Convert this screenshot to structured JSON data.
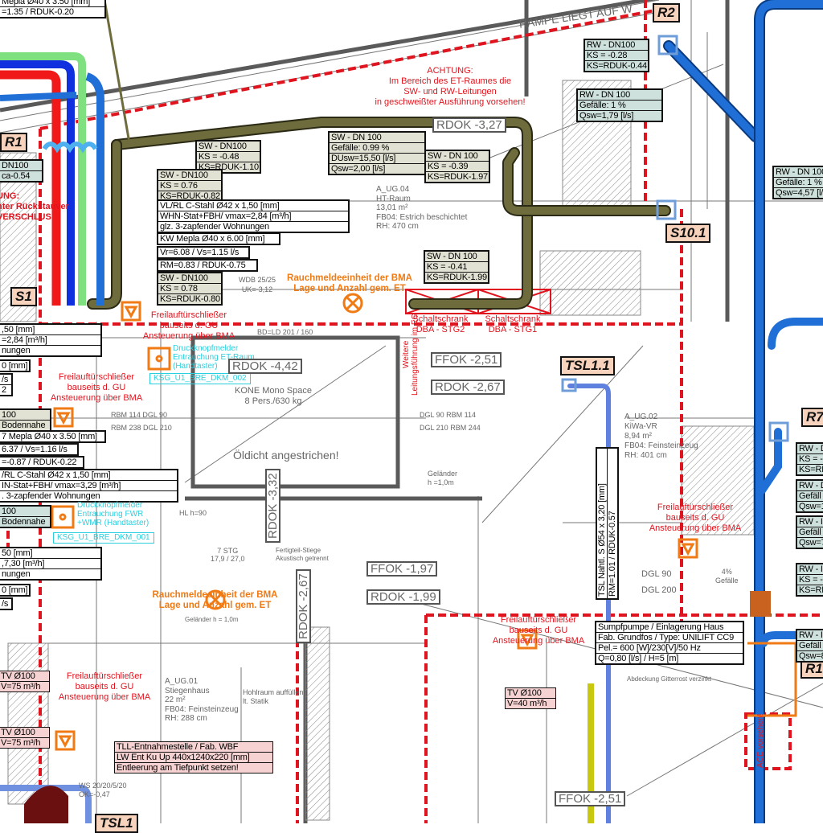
{
  "tags": {
    "r2": "R2",
    "r1": "R1",
    "s1": "S1",
    "s10_1": "S10.1",
    "tsl1_1": "TSL1.1",
    "r7": "R7",
    "r1_right": "R1",
    "tsl1_bottom": "TSL1"
  },
  "boxes": {
    "top_left_mepla": {
      "lines": [
        "Mepla Ø40 x 3.50 [mm]",
        "=1.35 / RDUK-0.20"
      ]
    },
    "left_dn100": {
      "lines": [
        "DN100",
        "ca-0.54"
      ]
    },
    "sw_1": {
      "lines": [
        "SW - DN100",
        "KS = -0.48",
        "KS=RDUK-1.10"
      ]
    },
    "sw_2": {
      "lines": [
        "SW - DN100",
        "KS = 0.76",
        "KS=RDUK-0.82"
      ]
    },
    "heat_1": {
      "lines": [
        "VL/RL C-Stahl Ø42 x 1,50 [mm]",
        "WHN-Stat+FBH/ vmax=2,84 [m³/h]",
        "glz. 3-zapfender Wohnungen"
      ]
    },
    "kw_1": {
      "lines": [
        "KW Mepla Ø40 x 6.00 [mm]"
      ]
    },
    "vr_1": {
      "lines": [
        "Vr=6.08 / Vs=1.15 l/s"
      ]
    },
    "rm_1": {
      "lines": [
        "RM=0.83 / RDUK-0.75"
      ]
    },
    "sw_3": {
      "lines": [
        "SW - DN100",
        "KS = 0.78",
        "KS=RDUK-0.80"
      ]
    },
    "sw_center": {
      "lines": [
        "SW - DN 100",
        "Gefälle: 0.99 %",
        "DUsw=15,50 [l/s]",
        "Qsw=2,00 [l/s]"
      ]
    },
    "sw_center2": {
      "lines": [
        "SW - DN 100",
        "KS = -0.39",
        "KS=RDUK-1.97"
      ]
    },
    "sw_center3": {
      "lines": [
        "SW - DN 100",
        "KS = -0.41",
        "KS=RDUK-1.99"
      ]
    },
    "rw_r2": {
      "lines": [
        "RW - DN100",
        "KS = -0.28",
        "KS=RDUK-0.44"
      ]
    },
    "rw_mid": {
      "lines": [
        "RW - DN 100",
        "Gefälle: 1 %",
        "Qsw=1,79 [l/s]"
      ]
    },
    "rw_right": {
      "lines": [
        "RW - DN 100",
        "Gefälle: 1 %",
        "Qsw=4,57 [l/s]"
      ]
    },
    "rw_edge1": {
      "lines": [
        "RW - D",
        "KS = -0",
        "KS=RD"
      ]
    },
    "rw_edge2": {
      "lines": [
        "RW - D",
        "Gefäll",
        "Qsw=1"
      ]
    },
    "rw_edge3": {
      "lines": [
        "RW - I",
        "Gefäll",
        "Qsw=7"
      ]
    },
    "rw_edge4": {
      "lines": [
        "RW - I",
        "KS = -0",
        "KS=RD"
      ]
    },
    "rw_edge5": {
      "lines": [
        "RW - I",
        "Gefäll",
        "Qsw=8"
      ]
    },
    "left_heat_a": {
      "lines": [
        ",50 [mm]",
        "=2,84 [m³/h]",
        "nungen"
      ]
    },
    "left_a_mm": {
      "lines": [
        "0 [mm]"
      ]
    },
    "left_a_ls": {
      "lines": [
        "/s",
        "2"
      ]
    },
    "left_bod_1": {
      "lines": [
        "100",
        "Bodennahe"
      ]
    },
    "left_mepla": {
      "lines": [
        "7 Mepla Ø40 x 3.50 [mm]"
      ]
    },
    "left_vs": {
      "lines": [
        "6.37 / Vs=1.16 l/s"
      ]
    },
    "left_rduk": {
      "lines": [
        "=-0.87 / RDUK-0.22"
      ]
    },
    "left_heat_b": {
      "lines": [
        "/RL C-Stahl Ø42 x 1,50 [mm]",
        "IN-Stat+FBH/ vmax=3,29 [m³/h]",
        ". 3-zapfender Wohnungen"
      ]
    },
    "left_bod_2": {
      "lines": [
        "100",
        "Bodennahe"
      ]
    },
    "left_heat_c": {
      "lines": [
        "50 [mm]",
        ",7,30 [m³/h]",
        "nungen"
      ]
    },
    "left_c_mm": {
      "lines": [
        "0 [mm]"
      ]
    },
    "left_c_ls": {
      "lines": [
        "/s"
      ]
    },
    "tv_1": {
      "lines": [
        "TV Ø100",
        "V=75 m³/h"
      ]
    },
    "tv_2": {
      "lines": [
        "TV Ø100",
        "V=75 m³/h"
      ]
    },
    "tv_3": {
      "lines": [
        "TV Ø100",
        "V=40 m³/h"
      ]
    },
    "tll": {
      "lines": [
        "TLL-Entnahmestelle / Fab. WBF",
        "LW Ent Ku Up 440x1240x220 [mm]",
        "Entleerung am Tiefpunkt setzen!"
      ]
    },
    "sumpf": {
      "lines": [
        "Sumpfpumpe / Einlagerung Haus",
        "Fab. Grundfos / Type: UNILIFT CC9",
        "Pel.= 600 [W]/230[V]/50 Hz",
        "Q=0,80 [l/s] / H=5 [m]"
      ]
    },
    "tsl_vert": {
      "lines": [
        "TSL Nahtl. S Ø54 x 3,20 [mm]",
        "RM=1.01 / RDUK-0.57"
      ]
    }
  },
  "notes": {
    "achtung": [
      "ACHTUNG:",
      "Im Bereich des ET-Raumes die",
      "SW- und RW-Leitungen",
      "in geschweißter Ausführung vorsehen!"
    ],
    "left_warn": [
      "UNG:",
      "nter Rückstauver",
      "VERSCHLUS"
    ],
    "freilauf_1": [
      "Freilauftürschließer",
      "bauseits d. GU",
      "Ansteuerung über BMA"
    ],
    "freilauf_2": [
      "Freilauftürschließer",
      "bauseits d. GU",
      "Ansteuerung über BMA"
    ],
    "freilauf_3": [
      "Freilauftürschließer",
      "bauseits d. GU",
      "Ansteuerung über BMA"
    ],
    "freilauf_4": [
      "Freilauftürschließer",
      "bauseits d. GU",
      "Ansteuerung über BMA"
    ],
    "freilauf_5": [
      "Freilauftürschließer",
      "bauseits d. GU",
      "Ansteuerung über BMA"
    ],
    "weitere": [
      "Weitere",
      "Leitungsführung im EG"
    ],
    "schalt_2": [
      "Schaltschrank",
      "DBA - STG2"
    ],
    "schalt_1": [
      "Schaltschrank",
      "DBA - STG1"
    ],
    "ace": [
      "ACE vorsehen!"
    ],
    "rauch_1": [
      "Rauchmeldeeinheit der BMA",
      "Lage und Anzahl gem. ET"
    ],
    "rauch_2": [
      "Rauchmeldeeinheit der BMA",
      "Lage und Anzahl gem. ET"
    ],
    "dkm_1": [
      "Druckknopfmelder",
      "Entrauchung ET-Raum",
      "(Handtaster)"
    ],
    "dkm_2": [
      "Druckknopfmelder",
      "Entrauchung FWR",
      "+WMR (Handtaster)"
    ],
    "room_ht": [
      "A_UG.04",
      "HT-Raum",
      "13,01 m²",
      "FB04: Estrich beschichtet",
      "RH: 470 cm"
    ],
    "room_kiwa": [
      "A_UG.02",
      "KiWa-VR",
      "8,94 m²",
      "FB04: Feinsteinzeug",
      "RH: 401 cm"
    ],
    "room_stiege": [
      "A_UG.01",
      "Stiegenhaus",
      "22 m²",
      "FB04: Feinsteinzeug",
      "RH: 288 cm"
    ],
    "lift": [
      "KONE Mono Space",
      "8 Pers./630 kg"
    ],
    "oeldicht": [
      "Öldicht angestrichen!"
    ],
    "stg": [
      "7 STG",
      "17,9 / 27,0"
    ],
    "fertigteil": [
      "Fertigteil-Stiege",
      "Akustisch getrennt"
    ],
    "rbm_1": [
      "RBM 114  DGL 90",
      "RBM 238  DGL 210"
    ],
    "rbm_2": [
      "DGL 90  RBM 114",
      "DGL 210  RBM 244"
    ],
    "dgl_3": [
      "DGL 90",
      "DGL 200"
    ],
    "gelaender_1": [
      "Geländer",
      "h =1,0m"
    ],
    "gelaender_2": [
      "Geländer h = 1,0m"
    ],
    "hohlraum": [
      "Hohlraum auffüllen",
      "lt. Statik"
    ],
    "wdb_1": [
      "WDB 25/25",
      "UK=-3,12"
    ],
    "gefaelle": [
      "4%",
      "Gefälle"
    ],
    "rampe": [
      "RAMPE LIEGT AUF W"
    ],
    "ws": [
      "WS 20/20/5/20",
      "OK=-0,47"
    ],
    "hl": [
      "HL h=90"
    ],
    "bd": [
      "BD=LD 201 / 160"
    ],
    "abdeckung": [
      "Abdeckung Gitterrost verzinkt"
    ]
  },
  "ksg": {
    "dkm_002": "KSG_U1_BRE_DKM_002",
    "dkm_001": "KSG_U1_BRE_DKM_001"
  },
  "levels": {
    "rdok_327": "RDOK -3,27",
    "ffok_251": "FFOK -2,51",
    "rdok_267": "RDOK -2,67",
    "rdok_442": "RDOK -4,42",
    "ffok_197": "FFOK -1,97",
    "rdok_199": "RDOK -1,99",
    "ffok_251_b": "FFOK -2,51",
    "rdok_332": "RDOK -3,32",
    "rdok_267_v": "RDOK -2,67"
  },
  "colors": {
    "sw_pipe": "#6e6b3c",
    "rw_pipe": "#1f6fd6",
    "vl_pipe": "#f01818",
    "rl_pipe": "#1030e0",
    "kw_pipe": "#7ee07e",
    "fire_line": "#e0141e",
    "orange": "#f07a14",
    "cyan": "#2ad0de"
  }
}
